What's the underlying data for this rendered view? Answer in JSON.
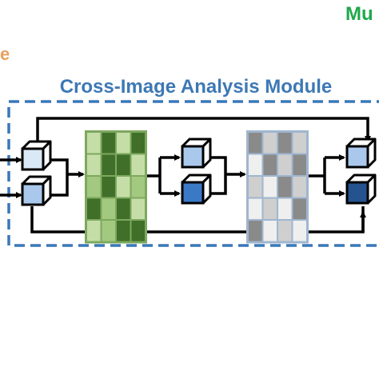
{
  "diagram": {
    "title": "Cross-Image Analysis Module",
    "top_right_label": "Mu",
    "left_label": "e",
    "colors": {
      "title": "#3d78b5",
      "frame": "#3878b8",
      "top_right_label": "#1fa84a",
      "left_label": "#e8a060",
      "arrow": "#000000"
    },
    "green_matrix": {
      "cells": [
        [
          "#c5dea8",
          "#3f6f28",
          "#c5dea8",
          "#3f6f28"
        ],
        [
          "#c5dea8",
          "#3f6f28",
          "#3f6f28",
          "#c5dea8"
        ],
        [
          "#a2c97f",
          "#3f6f28",
          "#c5dea8",
          "#a2c97f"
        ],
        [
          "#3f6f28",
          "#a2c97f",
          "#3f6f28",
          "#c5dea8"
        ],
        [
          "#c5dea8",
          "#a2c97f",
          "#3f6f28",
          "#3f6f28"
        ]
      ]
    },
    "gray_matrix": {
      "cells": [
        [
          "#8a8a8a",
          "#cfcfcf",
          "#8a8a8a",
          "#cfcfcf"
        ],
        [
          "#efefef",
          "#8a8a8a",
          "#cfcfcf",
          "#8a8a8a"
        ],
        [
          "#cfcfcf",
          "#efefef",
          "#8a8a8a",
          "#cfcfcf"
        ],
        [
          "#efefef",
          "#cfcfcf",
          "#efefef",
          "#8a8a8a"
        ],
        [
          "#8a8a8a",
          "#efefef",
          "#cfcfcf",
          "#efefef"
        ]
      ]
    },
    "cubes": [
      {
        "name": "input-cube-top",
        "face": "#dbe8f6"
      },
      {
        "name": "input-cube-bottom",
        "face": "#a9c8ec"
      },
      {
        "name": "mid-cube-top",
        "face": "#a9c8ec"
      },
      {
        "name": "mid-cube-bottom",
        "face": "#3a79c5"
      },
      {
        "name": "output-cube-top",
        "face": "#a9c8ec"
      },
      {
        "name": "output-cube-bottom",
        "face": "#24538f"
      }
    ]
  }
}
